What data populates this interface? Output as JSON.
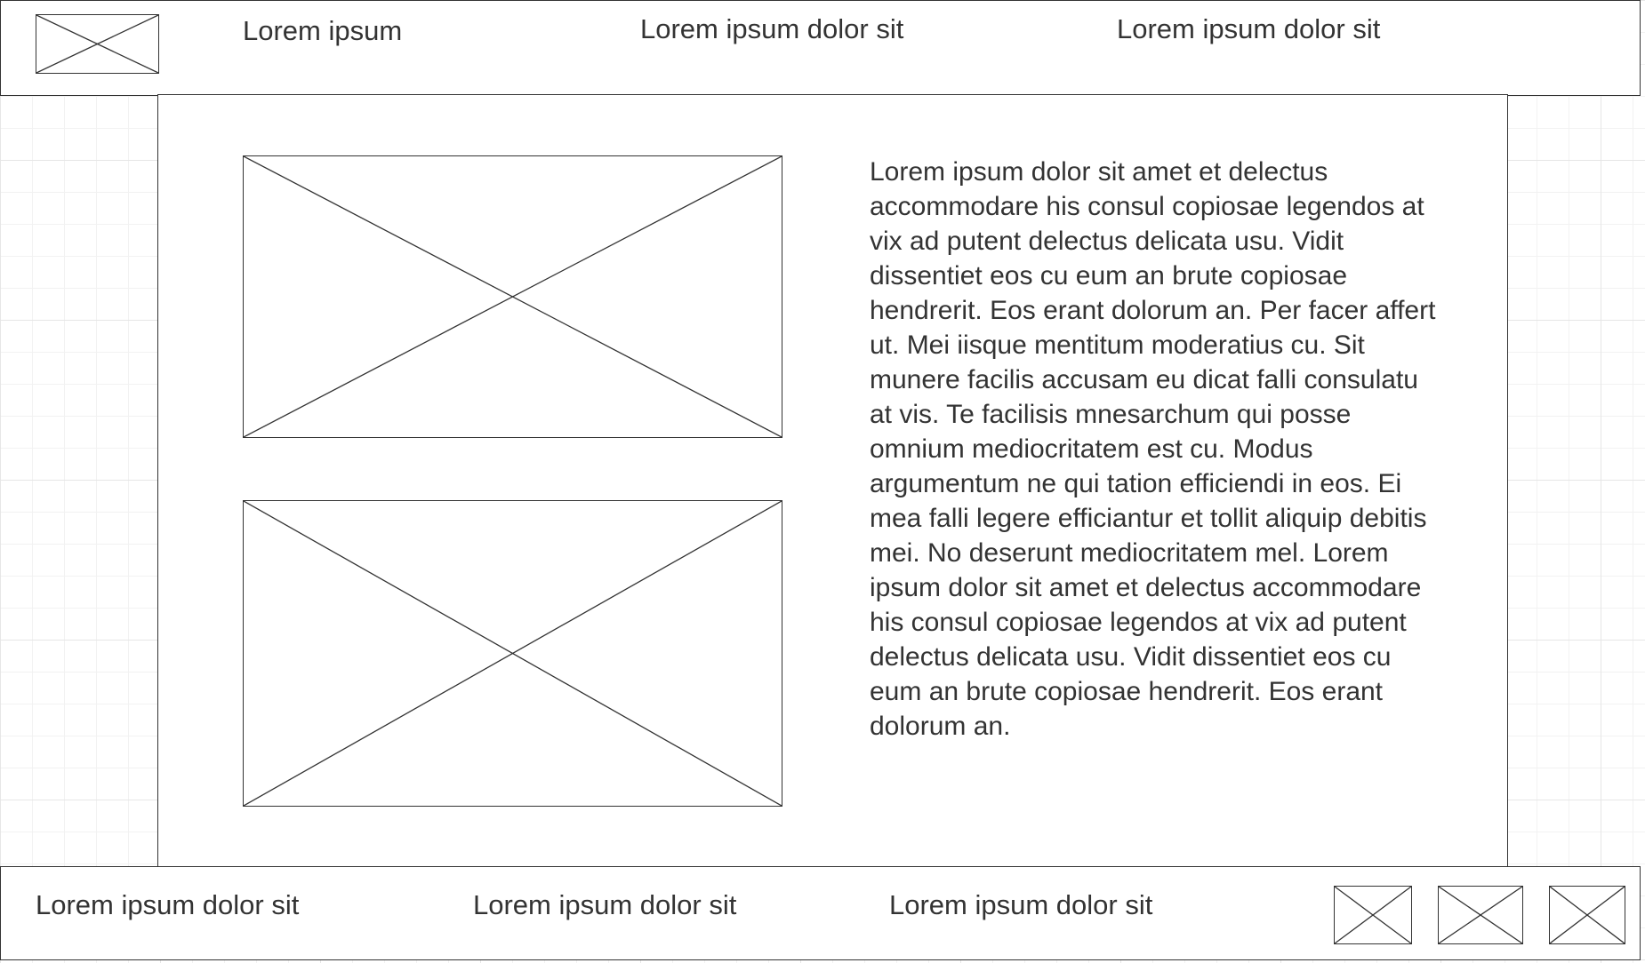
{
  "header": {
    "logo_icon": "image-placeholder-icon",
    "nav": [
      {
        "label": "Lorem ipsum"
      },
      {
        "label": "Lorem ipsum dolor sit"
      },
      {
        "label": "Lorem ipsum dolor sit"
      }
    ]
  },
  "main": {
    "images": [
      {
        "icon": "image-placeholder-icon"
      },
      {
        "icon": "image-placeholder-icon"
      }
    ],
    "body_text": "Lorem ipsum dolor sit amet et delectus accommodare his consul copiosae legendos at vix ad putent delectus delicata usu. Vidit dissentiet eos cu eum an brute copiosae hendrerit. Eos erant dolorum an. Per facer affert ut. Mei iisque mentitum moderatius cu. Sit munere facilis accusam eu dicat falli consulatu at vis. Te facilisis mnesarchum qui posse omnium mediocritatem est cu. Modus argumentum ne qui tation efficiendi in eos. Ei mea falli legere efficiantur et tollit aliquip debitis mei. No deserunt mediocritatem mel. Lorem ipsum dolor sit amet et delectus accommodare his consul copiosae legendos at vix ad putent delectus delicata usu. Vidit dissentiet eos cu eum an brute copiosae hendrerit. Eos erant dolorum an."
  },
  "footer": {
    "links": [
      {
        "label": "Lorem ipsum dolor sit"
      },
      {
        "label": "Lorem ipsum dolor sit"
      },
      {
        "label": "Lorem ipsum dolor sit"
      }
    ],
    "social_icons": [
      "image-placeholder-icon",
      "image-placeholder-icon",
      "image-placeholder-icon"
    ]
  },
  "colors": {
    "stroke": "#333333",
    "background": "#ffffff",
    "grid_major": "#e6e6e6",
    "grid_minor": "#f2f2f2"
  }
}
